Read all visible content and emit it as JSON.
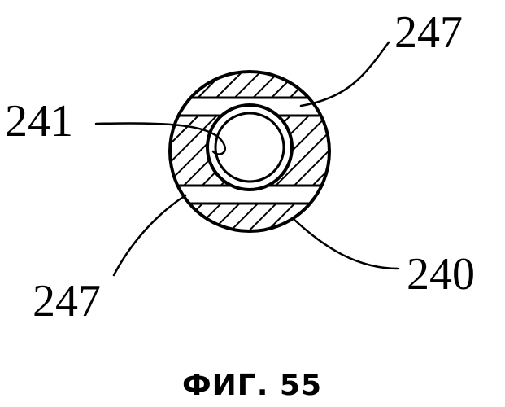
{
  "labels": {
    "top_right": "247",
    "left": "241",
    "bottom_left": "247",
    "bottom_right": "240"
  },
  "caption": "ФИГ. 55"
}
